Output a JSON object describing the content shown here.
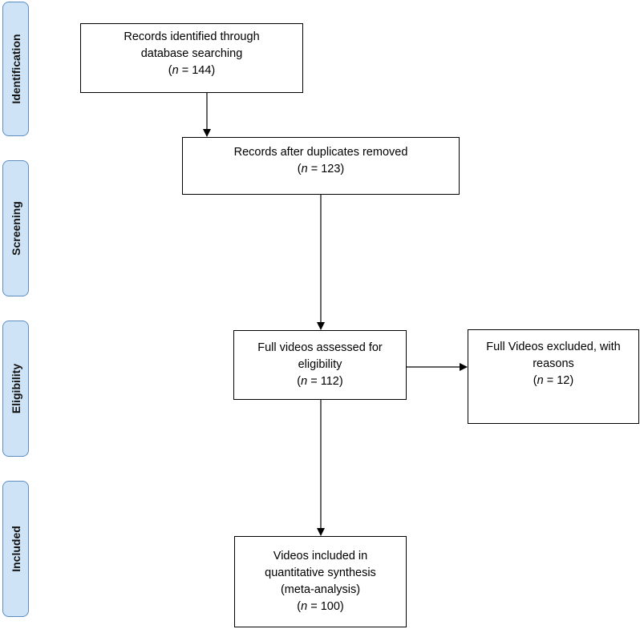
{
  "phases": {
    "identification": "Identification",
    "screening": "Screening",
    "eligibility": "Eligibility",
    "included": "Included"
  },
  "boxes": {
    "identified": {
      "line1": "Records identified through",
      "line2": "database searching",
      "n_label": "n",
      "n_value": " = 144)"
    },
    "dedup": {
      "line1": "Records after duplicates removed",
      "n_label": "n",
      "n_value": " = 123)"
    },
    "assessed": {
      "line1": "Full videos assessed for",
      "line2": "eligibility",
      "n_label": "n",
      "n_value": " = 112)"
    },
    "excluded": {
      "line1": "Full Videos excluded, with",
      "line2": "reasons",
      "n_label": "n",
      "n_value": " = 12)"
    },
    "included": {
      "line1": "Videos included in",
      "line2": "quantitative synthesis",
      "line3": "(meta-analysis)",
      "n_label": "n",
      "n_value": " = 100)"
    }
  },
  "colors": {
    "phase_fill": "#cfe3f7",
    "phase_border": "#5b8dc4",
    "box_border": "#000000",
    "arrow": "#000000"
  }
}
